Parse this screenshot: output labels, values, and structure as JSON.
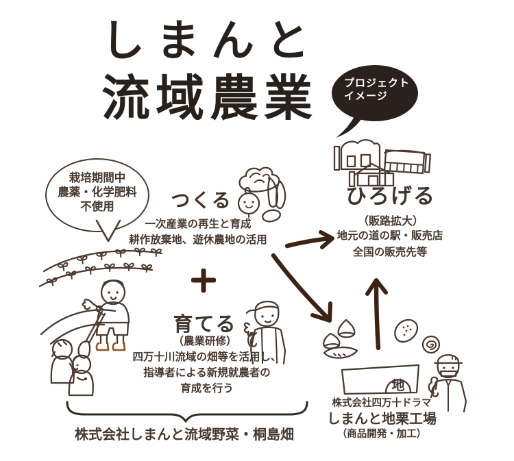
{
  "colors": {
    "background": "#ffffff",
    "title_ink": "#28201b",
    "outline_ink": "#4a3a30",
    "text_ink": "#46382f",
    "arrow_brown": "#3b2316",
    "boot_brown": "#8a5326",
    "bubble_bg": "#2a211d",
    "bubble_text": "#ffffff"
  },
  "title": {
    "line1": "しまんと",
    "line2": "流域農業"
  },
  "project_bubble": {
    "line1": "プロジェクト",
    "line2": "イメージ"
  },
  "organic_bubble": {
    "line1": "栽培期間中",
    "line2": "農薬・化学肥料",
    "line3": "不使用"
  },
  "sections": {
    "tsukuru": {
      "heading": "つくる",
      "desc1": "一次産業の再生と育成",
      "desc2": "耕作放棄地、遊休農地の活用"
    },
    "hirogeru": {
      "heading": "ひろげる",
      "subtitle": "（販路拡大）",
      "desc1": "地元の道の駅・販売店",
      "desc2": "全国の販売先等"
    },
    "sodateru": {
      "heading": "育てる",
      "subtitle": "（農業研修）",
      "desc1": "四万十川流域の畑等を活用し、",
      "desc2": "指導者による新規就農者の",
      "desc3": "育成を行う"
    }
  },
  "factory_stamp": "地",
  "chikuri_factory": {
    "company": "株式会社四万十ドラマ",
    "name": "しまんと地栗工場",
    "subtitle": "（商品開発・加工）"
  },
  "bottom_company": "株式会社しまんと流域野菜・桐島畑",
  "icons": {
    "vegetables": "vegetables-icon",
    "shops": "shops-buildings-icon",
    "field_farmers": "field-and-farmers-illustration",
    "trainee": "trainee-farmer-icon",
    "chestnuts": "chestnuts-icon",
    "products": "products-icon",
    "factory_box": "factory-box-icon",
    "worker": "factory-worker-icon",
    "plus": "plus-icon",
    "arrows": [
      "arrow-right-icon",
      "arrow-diagonal-icon",
      "arrow-up-icon"
    ]
  }
}
